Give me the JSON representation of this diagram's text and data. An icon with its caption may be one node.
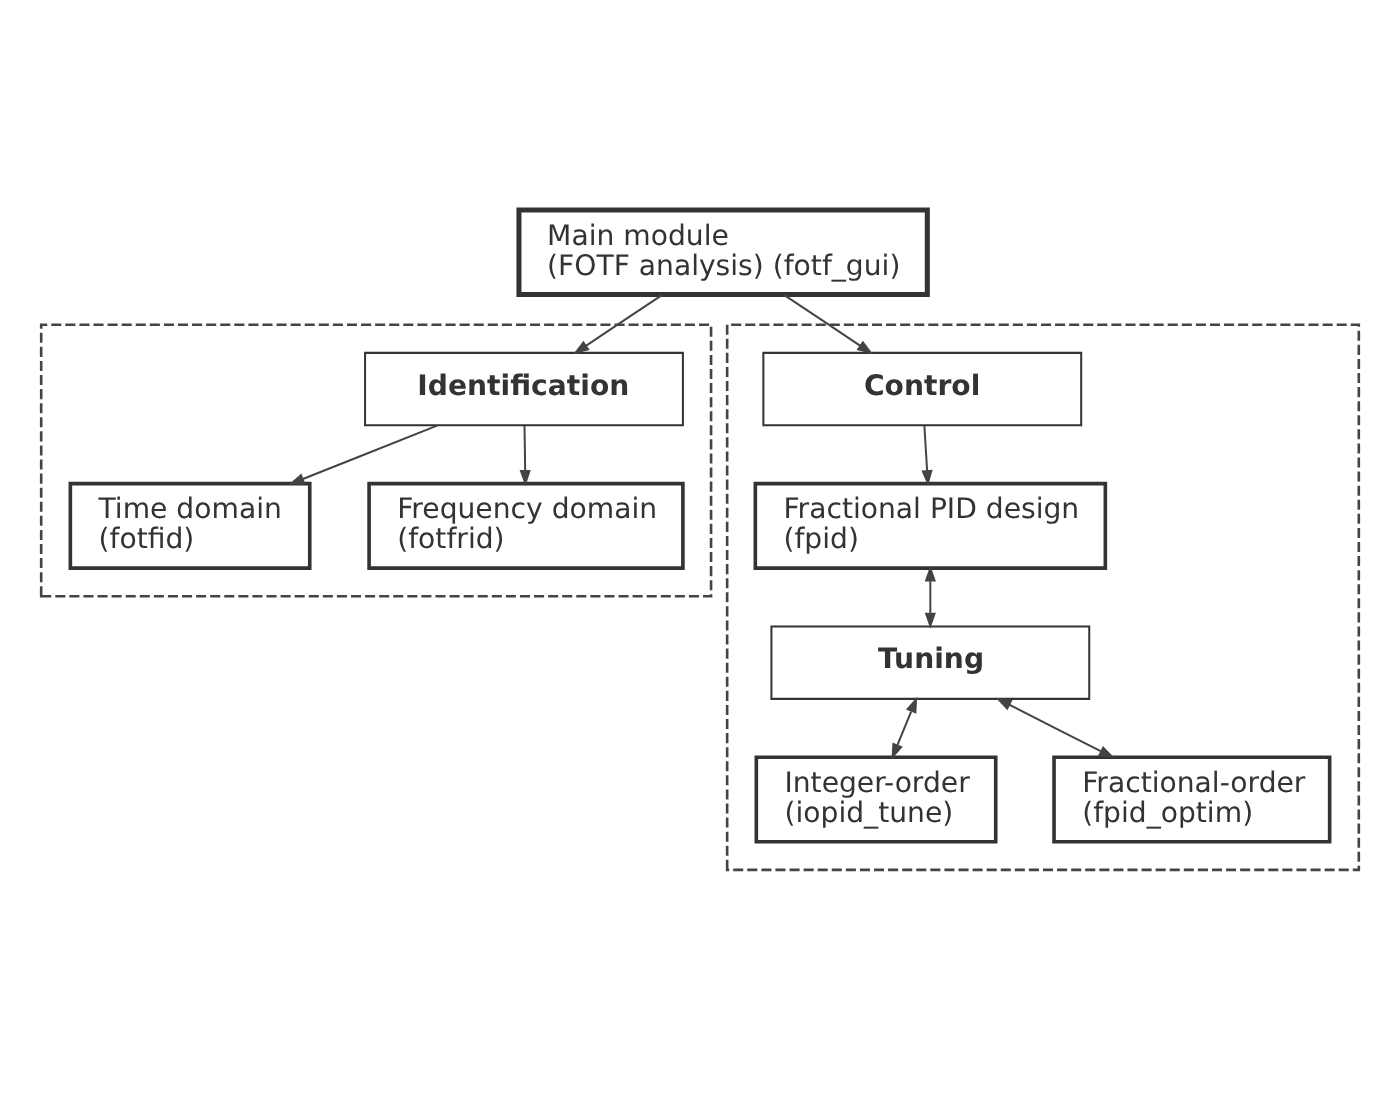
{
  "diagram": {
    "nodes": [
      {
        "text": [
          "Main module (FOTF analysis) (fotf_gui)"
        ]
      },
      {
        "text": [],
        "shape": "box"
      },
      {
        "text": [
          "Identification"
        ],
        "in": 1
      },
      {
        "text": [
          "Time domain (fotfid)"
        ],
        "in": 1
      },
      {
        "text": [
          "Frequency domain (fotfrid)"
        ],
        "in": 1
      },
      {
        "text": [],
        "shape": "box"
      },
      {
        "text": [
          "Control"
        ],
        "in": 5
      },
      {
        "text": [
          "Fractional PID design (fpid)"
        ],
        "in": 5
      },
      {
        "text": [
          "Tuning"
        ],
        "in": 5
      },
      {
        "text": [
          "Integer-order (iopid_tune)"
        ],
        "in": 5
      },
      {
        "text": [
          "Fractional-order (fpid_optim)"
        ],
        "in": 5
      }
    ],
    "edges": [
      {
        "from": 0,
        "to": 2,
        "arrow": "to"
      },
      {
        "from": 0,
        "to": 6,
        "arrow": "to"
      },
      {
        "from": 2,
        "to": 3,
        "arrow": "to"
      },
      {
        "from": 2,
        "to": 4,
        "arrow": "to"
      },
      {
        "from": 6,
        "to": 7,
        "arrow": "to"
      },
      {
        "from": 7,
        "to": 8,
        "arrow": "both"
      },
      {
        "from": 8,
        "to": 9,
        "arrow": "both"
      },
      {
        "from": 8,
        "to": 10,
        "arrow": "both"
      }
    ]
  }
}
